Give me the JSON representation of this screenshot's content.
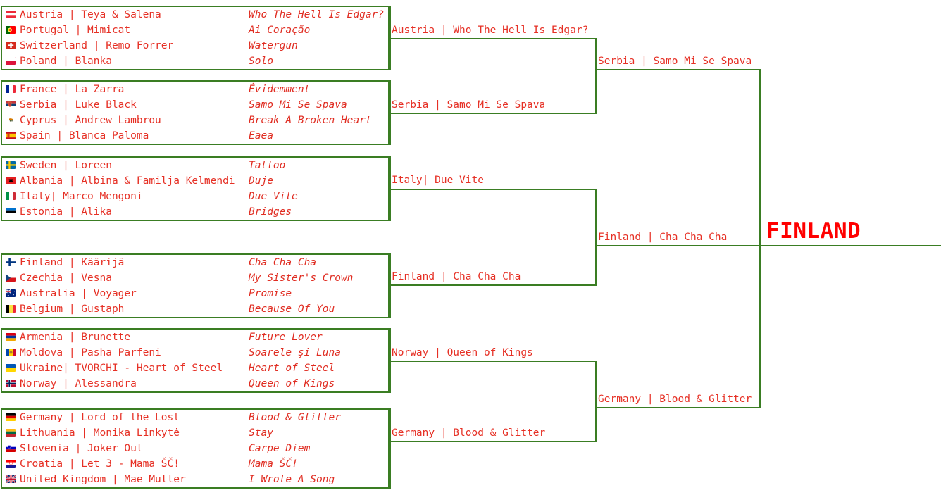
{
  "colors": {
    "bracket_line": "#3a7d23",
    "entry_text": "#e63025",
    "song_text": "#e02d22",
    "winner_text": "#ff0000",
    "background": "#ffffff"
  },
  "round1": {
    "groups": [
      {
        "group_id": "group-1",
        "entries": [
          {
            "flag": "flag-austria",
            "text": "Austria | Teya & Salena",
            "song": "Who The Hell Is Edgar?"
          },
          {
            "flag": "flag-portugal",
            "text": "Portugal | Mimicat",
            "song": "Ai Coração"
          },
          {
            "flag": "flag-switzerland",
            "text": "Switzerland | Remo Forrer",
            "song": "Watergun"
          },
          {
            "flag": "flag-poland",
            "text": "Poland | Blanka",
            "song": "Solo"
          }
        ]
      },
      {
        "group_id": "group-2",
        "entries": [
          {
            "flag": "flag-france",
            "text": "France | La Zarra",
            "song": "Évidemment"
          },
          {
            "flag": "flag-serbia",
            "text": "Serbia | Luke Black",
            "song": "Samo Mi Se Spava"
          },
          {
            "flag": "flag-cyprus",
            "text": "Cyprus | Andrew Lambrou",
            "song": "Break A Broken Heart"
          },
          {
            "flag": "flag-spain",
            "text": "Spain | Blanca Paloma",
            "song": "Eaea"
          }
        ]
      },
      {
        "group_id": "group-3",
        "entries": [
          {
            "flag": "flag-sweden",
            "text": "Sweden | Loreen",
            "song": "Tattoo"
          },
          {
            "flag": "flag-albania",
            "text": "Albania | Albina & Familja Kelmendi",
            "song": "Duje"
          },
          {
            "flag": "flag-italy",
            "text": "Italy| Marco Mengoni",
            "song": "Due Vite"
          },
          {
            "flag": "flag-estonia",
            "text": "Estonia | Alika",
            "song": "Bridges"
          }
        ]
      },
      {
        "group_id": "group-4",
        "entries": [
          {
            "flag": "flag-finland",
            "text": "Finland | Käärijä",
            "song": "Cha Cha Cha"
          },
          {
            "flag": "flag-czechia",
            "text": "Czechia | Vesna",
            "song": "My Sister's Crown"
          },
          {
            "flag": "flag-australia",
            "text": "Australia | Voyager",
            "song": "Promise"
          },
          {
            "flag": "flag-belgium",
            "text": "Belgium | Gustaph",
            "song": "Because Of You"
          }
        ]
      },
      {
        "group_id": "group-5",
        "entries": [
          {
            "flag": "flag-armenia",
            "text": "Armenia | Brunette",
            "song": "Future Lover"
          },
          {
            "flag": "flag-moldova",
            "text": "Moldova | Pasha Parfeni",
            "song": "Soarele şi Luna"
          },
          {
            "flag": "flag-ukraine",
            "text": "Ukraine| TVORCHI - Heart of Steel",
            "song": "Heart of Steel"
          },
          {
            "flag": "flag-norway",
            "text": "Norway | Alessandra",
            "song": "Queen of Kings"
          }
        ]
      },
      {
        "group_id": "group-6",
        "entries": [
          {
            "flag": "flag-germany",
            "text": "Germany | Lord of the Lost",
            "song": "Blood & Glitter"
          },
          {
            "flag": "flag-lithuania",
            "text": "Lithuania | Monika Linkytė",
            "song": "Stay"
          },
          {
            "flag": "flag-slovenia",
            "text": "Slovenia | Joker Out",
            "song": "Carpe Diem"
          },
          {
            "flag": "flag-croatia",
            "text": "Croatia | Let 3 - Mama ŠČ!",
            "song": "Mama ŠČ!"
          },
          {
            "flag": "flag-united-kingdom",
            "text": "United Kingdom | Mae Muller",
            "song": "I Wrote A Song"
          }
        ]
      }
    ]
  },
  "round2": {
    "matches": [
      {
        "match_id": "r2-m1",
        "label": "Austria | Who The Hell Is Edgar?"
      },
      {
        "match_id": "r2-m2",
        "label": "Serbia | Samo Mi Se Spava"
      },
      {
        "match_id": "r2-m3",
        "label": "Italy| Due Vite"
      },
      {
        "match_id": "r2-m4",
        "label": "Finland | Cha Cha Cha"
      },
      {
        "match_id": "r2-m5",
        "label": "Norway | Queen of Kings"
      },
      {
        "match_id": "r2-m6",
        "label": "Germany | Blood & Glitter"
      }
    ]
  },
  "round3": {
    "matches": [
      {
        "match_id": "r3-m1",
        "label": "Serbia | Samo Mi Se Spava"
      },
      {
        "match_id": "r3-m2",
        "label": "Finland | Cha Cha Cha"
      },
      {
        "match_id": "r3-m3",
        "label": "Germany | Blood & Glitter"
      }
    ]
  },
  "final": {
    "winner": "FINLAND"
  }
}
